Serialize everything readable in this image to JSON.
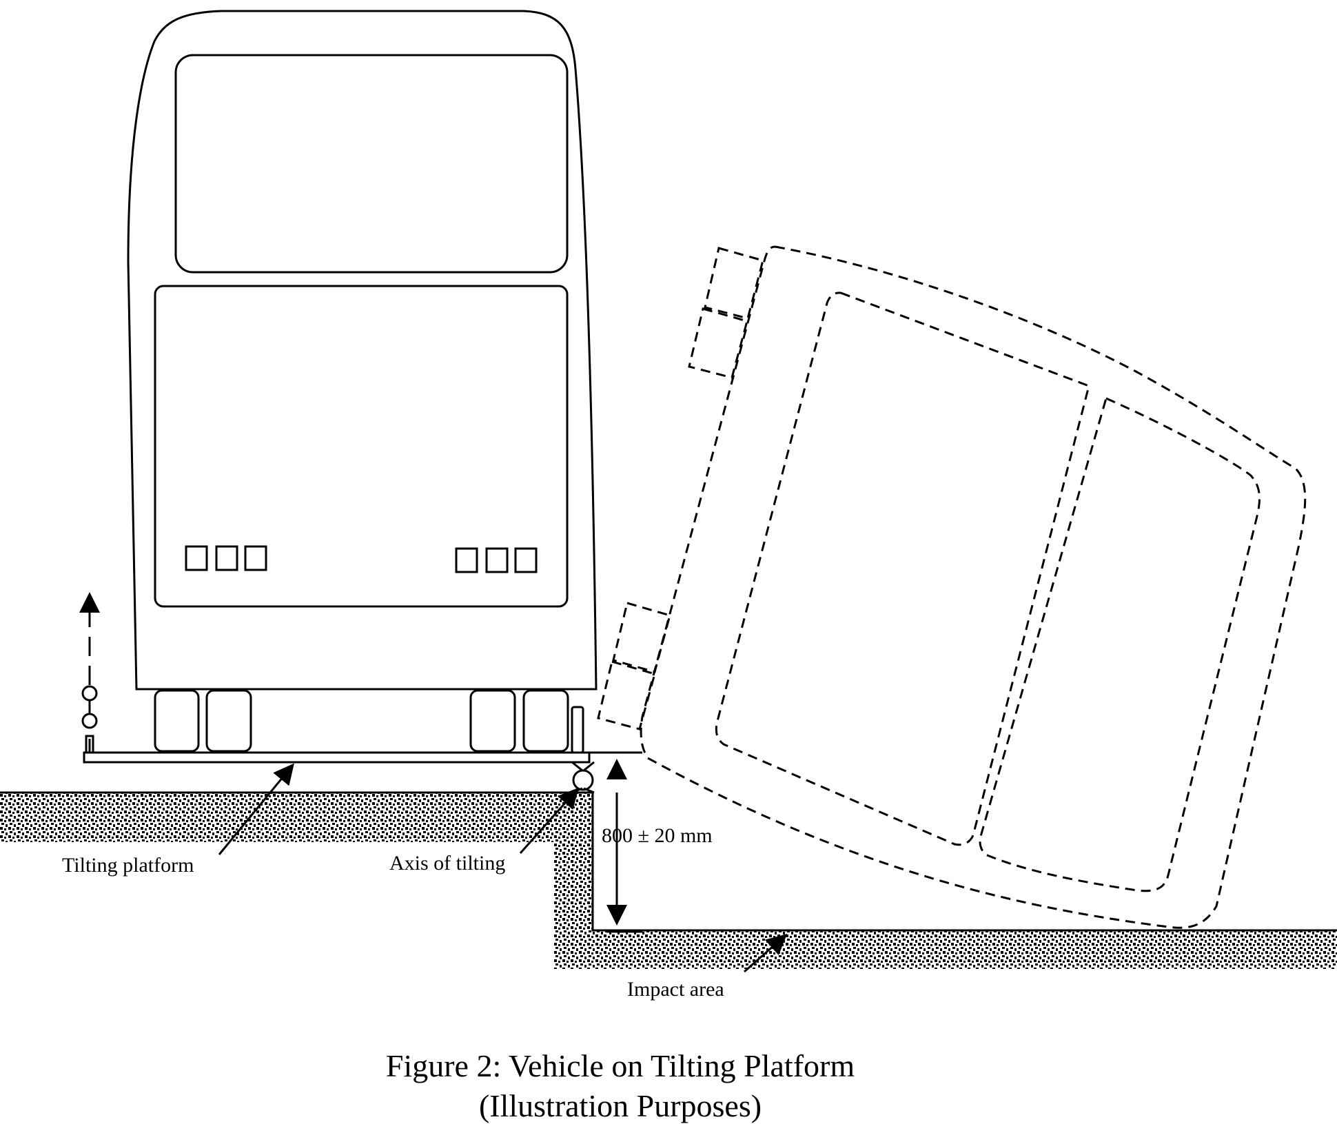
{
  "labels": {
    "tilting_platform": "Tilting platform",
    "axis_of_tilting": "Axis of tilting",
    "height": "800 ± 20 mm",
    "impact_area": "Impact area"
  },
  "caption": {
    "line1": "Figure 2: Vehicle on Tilting Platform",
    "line2": "(Illustration Purposes)"
  },
  "colors": {
    "line": "#000000",
    "background": "#ffffff"
  }
}
